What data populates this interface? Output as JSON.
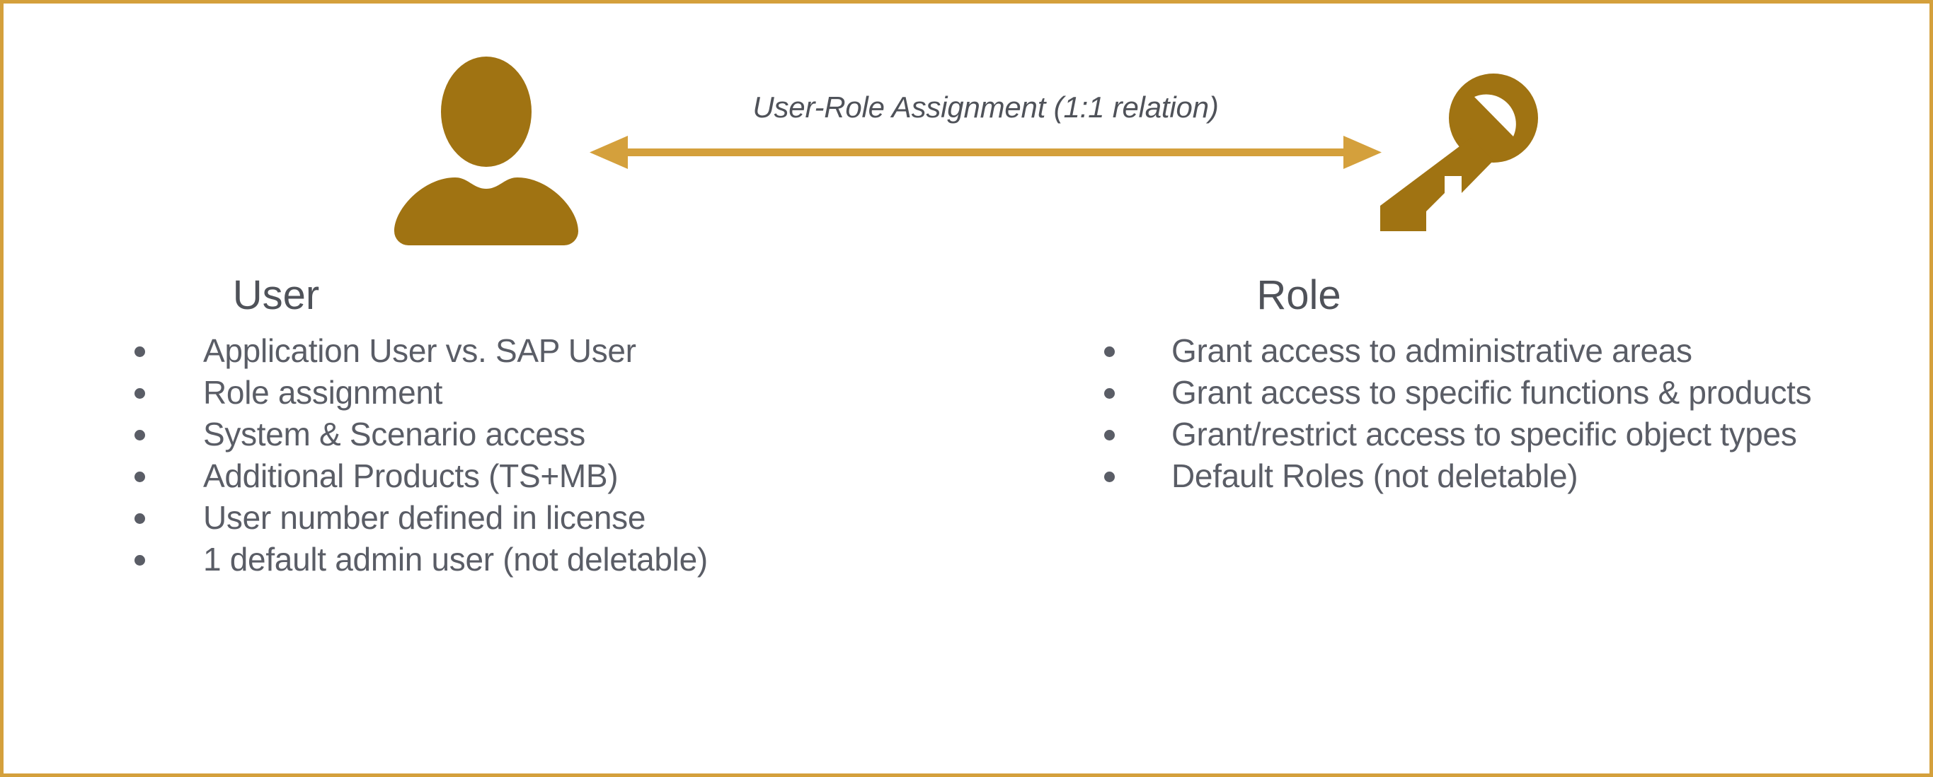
{
  "slide": {
    "border_color": "#D4A03C",
    "background": "#ffffff",
    "accent_color": "#D4A03C",
    "icon_color": "#A07312",
    "text_color": "#5A5D66"
  },
  "relation": {
    "label": "User-Role Assignment (1:1 relation)",
    "left_icon": "user-icon",
    "right_icon": "key-icon",
    "arrow": "double-headed-arrow"
  },
  "columns": [
    {
      "id": "user",
      "title": "User",
      "icon": "user-icon",
      "bullets": [
        "Application User vs. SAP User",
        "Role assignment",
        "System & Scenario access",
        "Additional Products (TS+MB)",
        "User number defined in license",
        "1 default admin user (not deletable)"
      ]
    },
    {
      "id": "role",
      "title": "Role",
      "icon": "key-icon",
      "bullets": [
        "Grant access to administrative areas",
        "Grant access to specific functions & products",
        "Grant/restrict access to specific object types",
        "Default Roles (not deletable)"
      ]
    }
  ]
}
